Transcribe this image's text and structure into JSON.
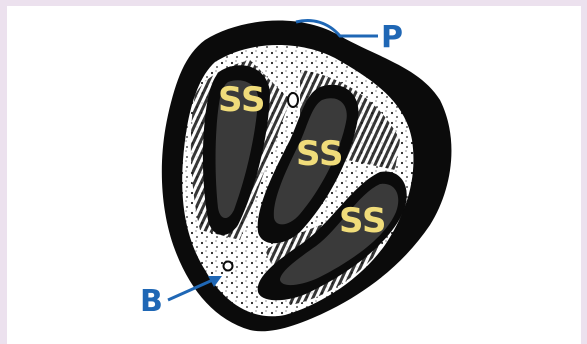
{
  "figure": {
    "labels": {
      "pointer_p": "P",
      "pointer_b": "B",
      "ss_1": "SS",
      "ss_2": "SS",
      "ss_3": "SS"
    },
    "colors": {
      "background": "#ece1ee",
      "panel": "#ffffff",
      "specimen_dark": "#0b0b0b",
      "label_yellow": "#f0dc7a",
      "pointer_blue": "#1f67b5"
    }
  }
}
